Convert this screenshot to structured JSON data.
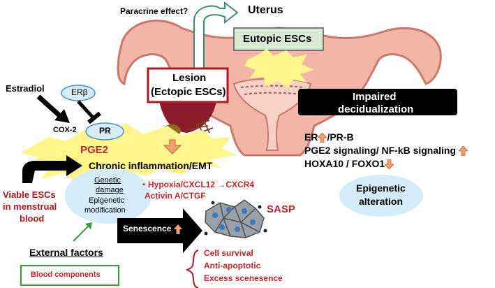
{
  "uterus": {
    "label": "Uterus"
  },
  "paracrine": {
    "label": "Paracrine effect?"
  },
  "eutopic": {
    "label": "Eutopic ESCs"
  },
  "lesion": {
    "line1": "Lesion",
    "line2": "(Ectopic ESCs)"
  },
  "impaired": {
    "line1": "Impaired",
    "line2": "decidualization"
  },
  "estradiol": {
    "label": "Estradiol"
  },
  "er_beta": {
    "label": "ERβ"
  },
  "cox2": {
    "label": "COX-2"
  },
  "pr": {
    "label": "PR"
  },
  "pge2": {
    "label": "PGE2"
  },
  "chronic": {
    "label": "Chronic inflammation/EMT"
  },
  "genetic": {
    "line1": "Genetic",
    "line2": "damage",
    "line3": "Epigenetic",
    "line4": "modification"
  },
  "viable": {
    "line1": "Viable ESCs",
    "line2": "in menstrual",
    "line3": "blood"
  },
  "hypoxia": {
    "line1": "・Hypoxia/CXCL12 →CXCR4",
    "line2": "Activin A/CTGF"
  },
  "senescence": {
    "label": "Senescence"
  },
  "sasp": {
    "label": "SASP"
  },
  "external": {
    "label": "External factors"
  },
  "blood": {
    "label": "Blood components"
  },
  "survival": {
    "line1": "Cell survival",
    "line2": "Anti-apoptotic",
    "line3": "Excess scenesence"
  },
  "right_panel": {
    "er_prefix": "ER",
    "er_suffix": "/PR-B",
    "pge2_signaling": "PGE2 signaling/ NF-kB signaling",
    "hoxa10": "HOXA10 / FOXO1"
  },
  "epigenetic_alt": {
    "line1": "Epigenetic",
    "line2": "alteration"
  },
  "colors": {
    "uterus_fill": "#f2b5a8",
    "uterus_stroke": "#c9786a",
    "lesion_red": "#b0171f",
    "lesion_fill": "#8c1a2a",
    "burst_yellow": "#fff58a",
    "ellipse_blue": "#d6ecf8",
    "green_box": "#3a9a3a",
    "orange_arrow": "#f0a070",
    "black_panel": "#000000"
  }
}
